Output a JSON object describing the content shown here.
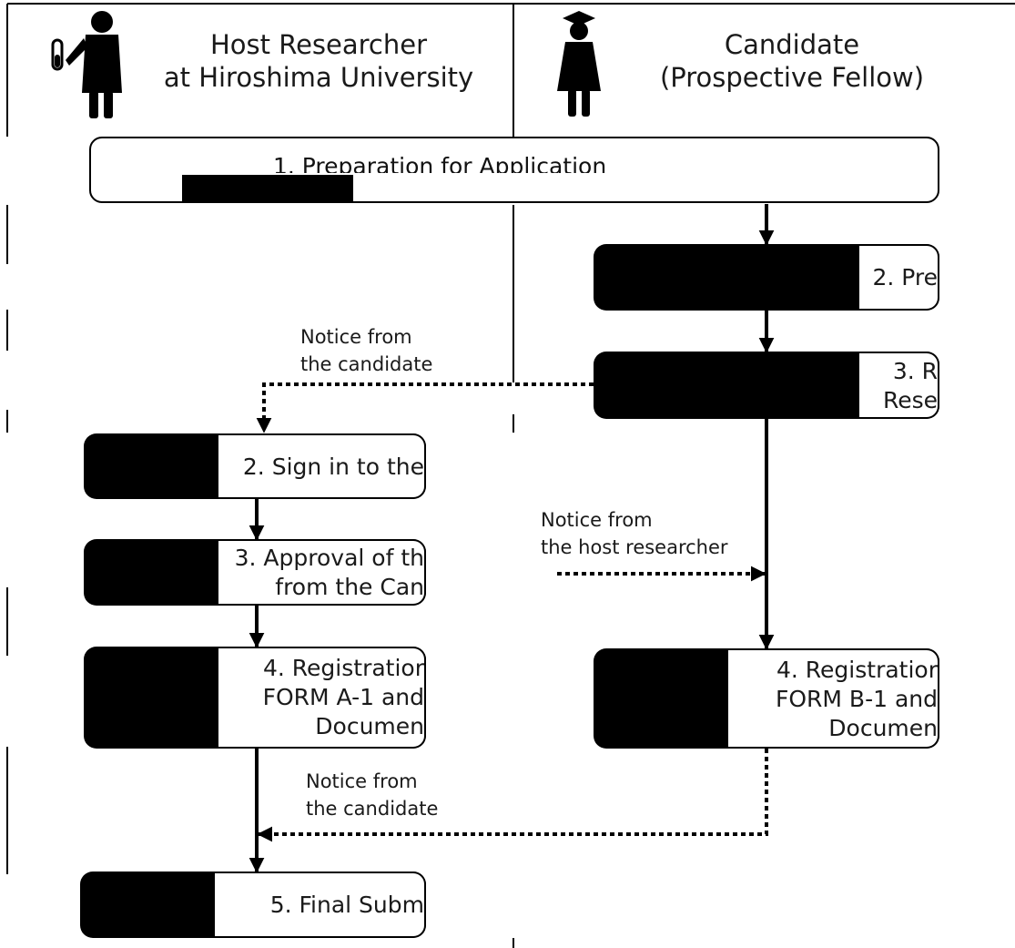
{
  "headers": {
    "left": [
      "Host Researcher",
      "at Hiroshima University"
    ],
    "right": [
      "Candidate",
      "(Prospective Fellow)"
    ]
  },
  "icons": {
    "host": "researcher-with-test-tube-icon",
    "candidate": "graduate-with-cap-icon"
  },
  "top_step": "1. Preparation for Application",
  "candidate_steps": {
    "s2": "2. Pre",
    "s3": [
      "3. R",
      "Rese"
    ],
    "s4": [
      "4. Registratior",
      "FORM B-1 and",
      "Documen"
    ]
  },
  "host_steps": {
    "s2": "2. Sign in to the",
    "s3": [
      "3. Approval of th",
      "from the Can"
    ],
    "s4": [
      "4. Registratior",
      "FORM A-1 and",
      "Documen"
    ],
    "s5": "5. Final Subm"
  },
  "notices": {
    "from_candidate_1": [
      "Notice from",
      "the candidate"
    ],
    "from_host": [
      "Notice from",
      "the host researcher"
    ],
    "from_candidate_2": [
      "Notice from",
      "the candidate"
    ]
  },
  "colors": {
    "line": "#000000",
    "box_fill": "#000000",
    "face": "#ffffff",
    "text": "#1a1a1a"
  }
}
